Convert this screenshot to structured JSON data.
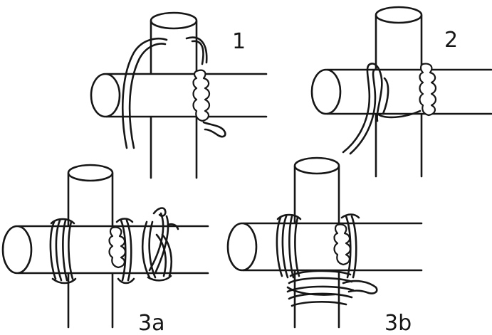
{
  "figure": {
    "panels": [
      {
        "id": "1",
        "label": "1"
      },
      {
        "id": "2",
        "label": "2"
      },
      {
        "id": "3a",
        "label": "3a"
      },
      {
        "id": "3b",
        "label": "3b"
      }
    ]
  }
}
